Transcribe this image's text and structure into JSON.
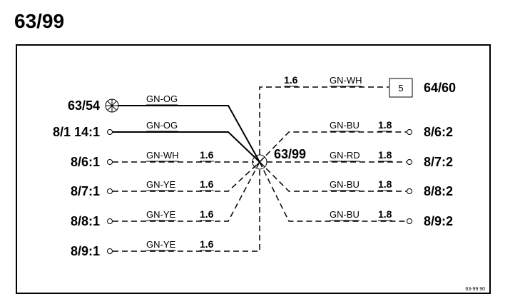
{
  "title": "63/99",
  "footer_code": "63-99  90",
  "splice": {
    "label": "63/99"
  },
  "left_connections": [
    {
      "terminal": "63/54",
      "color": "GN-OG",
      "gauge": ""
    },
    {
      "terminal": "8/1 14:1",
      "color": "GN-OG",
      "gauge": ""
    },
    {
      "terminal": "8/6:1",
      "color": "GN-WH",
      "gauge": "1.6"
    },
    {
      "terminal": "8/7:1",
      "color": "GN-YE",
      "gauge": "1.6"
    },
    {
      "terminal": "8/8:1",
      "color": "GN-YE",
      "gauge": "1.6"
    },
    {
      "terminal": "8/9:1",
      "color": "GN-YE",
      "gauge": "1.6"
    }
  ],
  "top_connection": {
    "terminal": "64/60",
    "color": "GN-WH",
    "gauge": "1.6",
    "box_label": "5"
  },
  "right_connections": [
    {
      "terminal": "8/6:2",
      "color": "GN-BU",
      "gauge": "1.8"
    },
    {
      "terminal": "8/7:2",
      "color": "GN-RD",
      "gauge": "1.8"
    },
    {
      "terminal": "8/8:2",
      "color": "GN-BU",
      "gauge": "1.8"
    },
    {
      "terminal": "8/9:2",
      "color": "GN-BU",
      "gauge": "1.8"
    }
  ]
}
